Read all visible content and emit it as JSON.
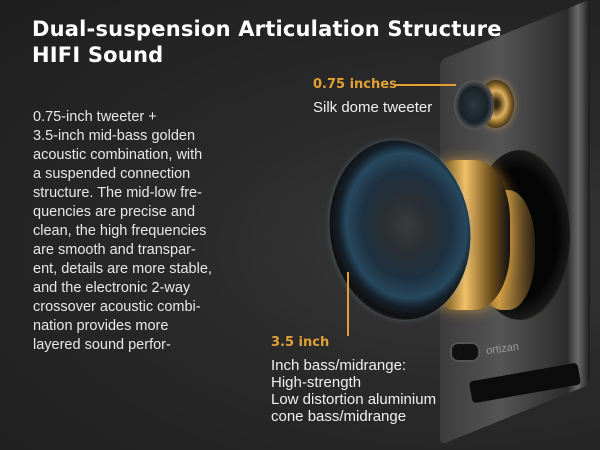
{
  "header": {
    "title_line1": "Dual-suspension Articulation Structure",
    "title_line2": "HIFI Sound"
  },
  "description": {
    "lines": [
      "0.75-inch tweeter +",
      "3.5-inch mid-bass golden",
      "acoustic combination, with",
      "a suspended connection",
      "structure. The mid-low fre-",
      "quencies are precise and",
      "clean, the high frequencies",
      "are smooth and transpar-",
      "ent, details are more stable,",
      "and the electronic 2-way",
      "crossover acoustic combi-",
      "nation provides more",
      "layered sound perfor-"
    ]
  },
  "callouts": {
    "tweeter": {
      "label": "0.75 inches",
      "description": "Silk dome tweeter"
    },
    "woofer": {
      "label": "3.5 inch",
      "lines": [
        "Inch bass/midrange:",
        "High-strength",
        "Low distortion aluminium",
        "cone bass/midrange"
      ]
    }
  },
  "product": {
    "brand": "ortizan"
  },
  "colors": {
    "accent": "#e2a134",
    "background": "#262626",
    "text": "#ffffff"
  }
}
